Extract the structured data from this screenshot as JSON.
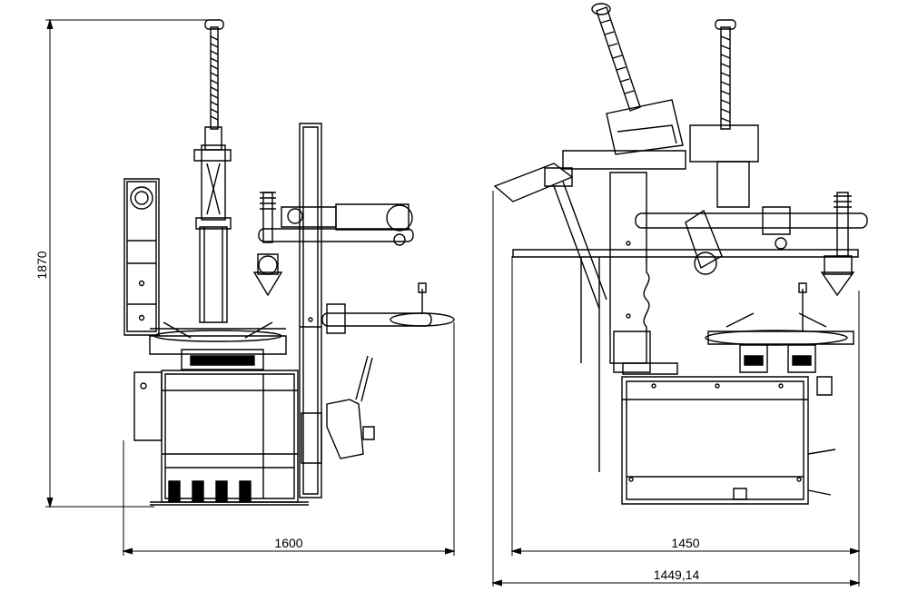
{
  "dimensions": {
    "height": "1870",
    "width_front": "1600",
    "width_side": "1450",
    "width_side_overall": "1449,14"
  },
  "colors": {
    "line": "#000000",
    "background": "#ffffff"
  }
}
